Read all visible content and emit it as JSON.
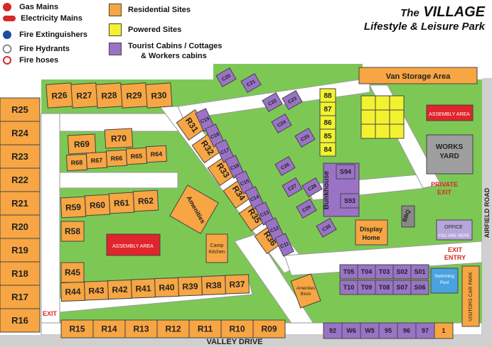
{
  "title": {
    "line1_prefix": "The",
    "line1_main": "VILLAGE",
    "line2": "Lifestyle & Leisure Park"
  },
  "legend": {
    "gas_mains": "Gas Mains",
    "electricity_mains": "Electricity Mains",
    "fire_extinguishers": "Fire Extinguishers",
    "fire_hydrants": "Fire Hydrants",
    "fire_hoses": "Fire hoses",
    "residential_sites": "Residential Sites",
    "powered_sites": "Powered Sites",
    "cabins_line1": "Tourist Cabins / Cottages",
    "cabins_line2": "& Workers cabins"
  },
  "colors": {
    "residential": "#F7A643",
    "powered": "#F2F230",
    "cabins": "#9A73C6",
    "grass": "#7DC855",
    "road": "#FFFFFF",
    "assembly": "#E0252C",
    "works_yard": "#9E9E9E",
    "office": "#B7A6D9",
    "pool": "#4AA3E0",
    "sign_red": "#D62828"
  },
  "labels": {
    "van_storage": "Van Storage Area",
    "assembly_area": "ASSEMBLY AREA",
    "works_yard_1": "WORKS",
    "works_yard_2": "YARD",
    "private_exit_1": "PRIVATE",
    "private_exit_2": "EXIT",
    "exit_entry_1": "EXIT",
    "exit_entry_2": "ENTRY",
    "office": "OFFICE",
    "you_are_here": "YOU ARE HERE",
    "airfield_road": "AIRFIELD ROAD",
    "valley_drive": "VALLEY DRIVE",
    "visitors_car_park": "VISITORS CAR PARK",
    "bbq": "BBQ",
    "display_home_1": "Display",
    "display_home_2": "Home",
    "bunkhouse": "Bunkhouse",
    "amenities": "Amenities",
    "camp_kitchen_1": "Camp",
    "camp_kitchen_2": "Kitchen",
    "amenities_block_1": "Amenities",
    "amenities_block_2": "Block",
    "swimming_pool_1": "Swimming",
    "swimming_pool_2": "Pool",
    "exit_left": "EXIT"
  },
  "sites": {
    "left_column": [
      "R25",
      "R24",
      "R23",
      "R22",
      "R21",
      "R20",
      "R19",
      "R18",
      "R17",
      "R16"
    ],
    "top_row": [
      "R26",
      "R27",
      "R28",
      "R29",
      "R30"
    ],
    "upper_inner": [
      "R69",
      "R70"
    ],
    "upper_inner_row": [
      "R68",
      "R67",
      "R66",
      "R65",
      "R64"
    ],
    "middle_row": [
      "R59",
      "R60",
      "R61",
      "R62"
    ],
    "middle_left": [
      "R58"
    ],
    "lower_left": [
      "R45"
    ],
    "lower_row": [
      "R44",
      "R43",
      "R42",
      "R41",
      "R40",
      "R39",
      "R38",
      "R37"
    ],
    "bottom_row": [
      "R15",
      "R14",
      "R13",
      "R12",
      "R11",
      "R10",
      "R09"
    ],
    "diagonal": [
      "R31",
      "R32",
      "R33",
      "R34",
      "R35",
      "R36"
    ],
    "cabins_c": [
      "C19",
      "C18",
      "C17",
      "C16",
      "C15",
      "C14",
      "C13",
      "C12",
      "C11"
    ],
    "cabins_scattered": [
      "C20",
      "C21",
      "C22",
      "C23",
      "C24",
      "C25",
      "C26",
      "C27",
      "C28",
      "C29",
      "C30"
    ],
    "cabins_s_right": [
      "S94",
      "S93"
    ],
    "powered_column": [
      "88",
      "87",
      "86",
      "85",
      "84"
    ],
    "bottom_cabins_top": [
      "T05",
      "T04",
      "T03",
      "S02",
      "S01"
    ],
    "bottom_cabins_bottom": [
      "T10",
      "T09",
      "T08",
      "S07",
      "S06"
    ],
    "bottom_strip": [
      "92",
      "W6",
      "W5",
      "95",
      "96",
      "97",
      "1"
    ]
  }
}
